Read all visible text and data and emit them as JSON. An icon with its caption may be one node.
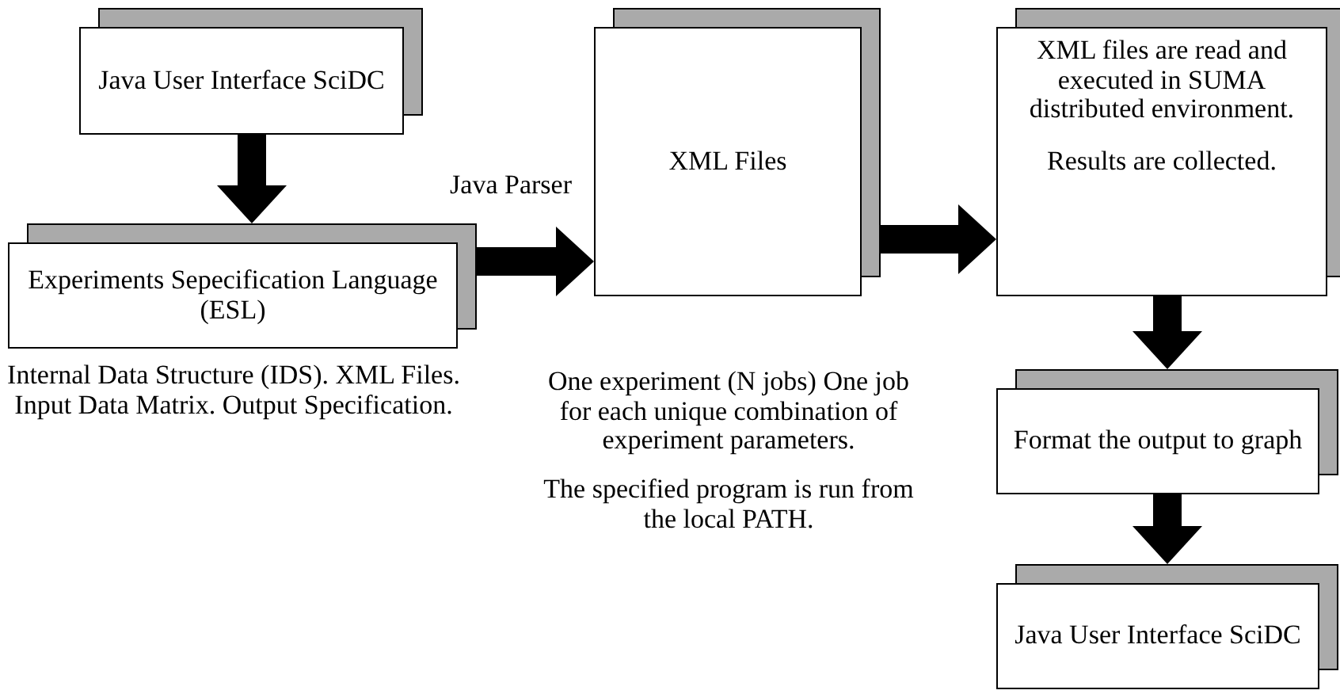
{
  "diagram": {
    "nodes": [
      {
        "text": [
          "Java User Interface SciDC"
        ]
      },
      {
        "text": [
          "Experiments Sepecification Language (ESL)"
        ],
        "beside": [
          "Internal Data Structure (IDS). XML Files. Input Data Matrix. Output Specification."
        ]
      },
      {
        "text": [
          "XML Files"
        ],
        "beside": [
          "One experiment (N jobs) One job for each unique combination of experiment parameters.",
          "The specified program is run from the local PATH."
        ]
      },
      {
        "text": [
          "XML files are read and executed in SUMA distributed environment.",
          "Results are collected."
        ]
      },
      {
        "text": [
          "Format the output to graph"
        ]
      },
      {
        "text": [
          "Java User Interface SciDC"
        ]
      }
    ],
    "edges": [
      {
        "from": 0,
        "to": 1,
        "arrow": "to"
      },
      {
        "from": 1,
        "to": 2,
        "arrow": "to",
        "label": "Java Parser"
      },
      {
        "from": 2,
        "to": 3,
        "arrow": "to"
      },
      {
        "from": 3,
        "to": 4,
        "arrow": "to"
      },
      {
        "from": 4,
        "to": 5,
        "arrow": "to"
      }
    ]
  }
}
